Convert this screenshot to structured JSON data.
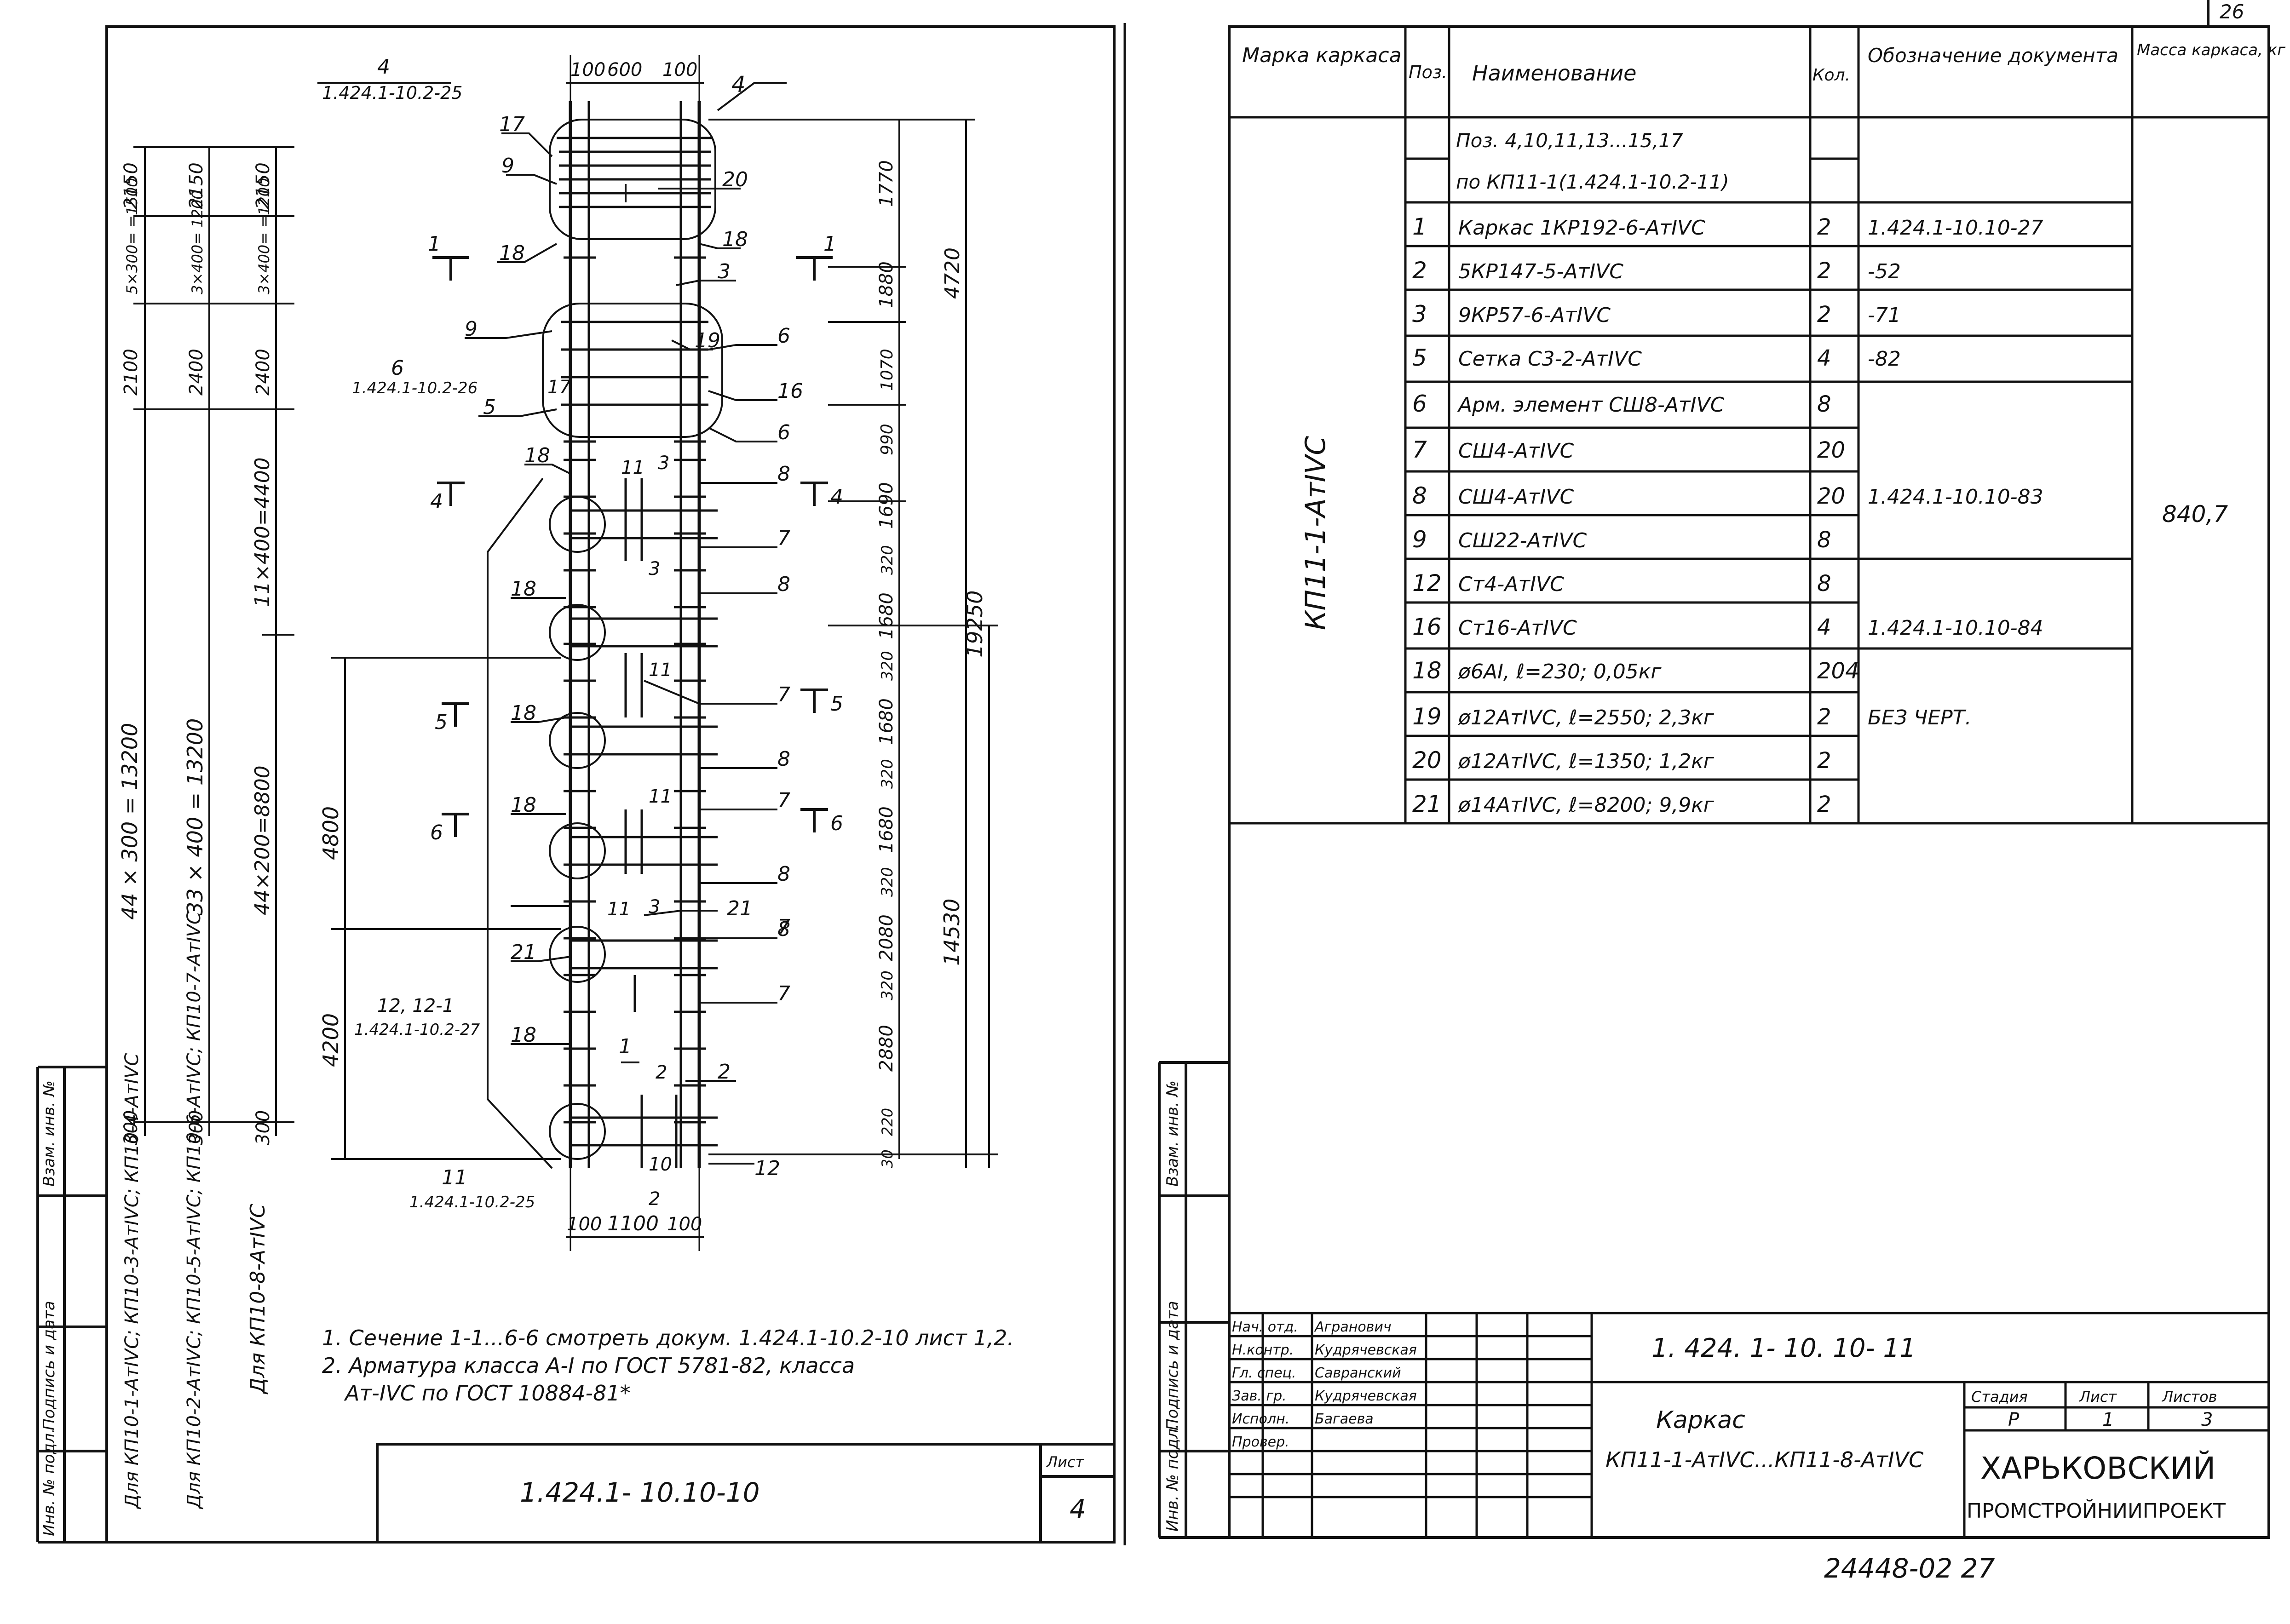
{
  "left_sheet": {
    "notes": [
      "1. Сечение 1-1...6-6 смотреть докум. 1.424.1-10.2-10 лист 1,2.",
      "2. Арматура класса А-I по ГОСТ 5781-82, класса",
      "Ат-IVС по ГОСТ 10884-81*"
    ],
    "title_code": "1.424.1- 10.10-10",
    "sheet_label": "Лист",
    "sheet_number": "4",
    "left_strip": [
      "Инв. № подл.",
      "Подпись и дата",
      "Взам. инв. №"
    ],
    "vertical_captions": [
      "Для КП10-1-АтIVС; КП10-3-АтIVС; КП10-4-АтIVС",
      "Для КП10-2-АтIVС; КП10-5-АтIVС; КП10-6-АтIVС; КП10-7-АтIVС",
      "Для КП10-8-АтIVС"
    ],
    "dims_col1": [
      "2150",
      "5×300= =1500",
      "2100",
      "44 × 300 = 13200",
      "300"
    ],
    "dims_col2": [
      "2150",
      "3×400= 1200",
      "2400",
      "33 × 400 = 13200",
      "300"
    ],
    "dims_col3": [
      "2150",
      "3×400= =1200",
      "2400",
      "11×400=4400",
      "44×200=8800",
      "300"
    ],
    "dims_right": [
      "1770",
      "1880",
      "1070",
      "990",
      "1690",
      "320",
      "1680",
      "320",
      "1680",
      "320",
      "1680",
      "320",
      "2080",
      "320",
      "2880",
      "220",
      "30"
    ],
    "dims_overall": [
      "4720",
      "19250",
      "14530"
    ],
    "dims_left_inner": [
      "4800",
      "4200"
    ],
    "dims_top": [
      "100",
      "600",
      "100"
    ],
    "dims_bottom": [
      "100",
      "1100",
      "100"
    ],
    "refs": {
      "top": "1.424.1-10.2-25",
      "mid": "1.424.1-10.2-26",
      "lower": "1.424.1-10.2-27",
      "bottom": "1.424.1-10.2-25"
    },
    "section_marks": [
      "1",
      "1",
      "4",
      "4",
      "5",
      "5",
      "6",
      "6"
    ],
    "callouts": [
      "4",
      "4",
      "17",
      "9",
      "20",
      "18",
      "18",
      "3",
      "9",
      "6",
      "17",
      "19",
      "6",
      "5",
      "16",
      "6",
      "18",
      "11",
      "3",
      "8",
      "7",
      "3",
      "18",
      "8",
      "11",
      "7",
      "8",
      "18",
      "7",
      "8",
      "11",
      "18",
      "7",
      "11",
      "3",
      "21",
      "8",
      "21",
      "12, 12-1",
      "7",
      "18",
      "1",
      "2",
      "2",
      "11",
      "10",
      "12",
      "2"
    ]
  },
  "right_sheet": {
    "corner_number": "26",
    "table": {
      "headers": [
        "Марка каркаса",
        "Поз.",
        "Наименование",
        "Кол.",
        "Обозначение документа",
        "Масса каркаса, кг"
      ],
      "mark": "КП11-1-АтIVС",
      "mass": "840,7",
      "intro": [
        "Поз. 4,10,11,13...15,17",
        "по КП11-1(1.424.1-10.2-11)"
      ],
      "rows": [
        {
          "pos": "1",
          "name": "Каркас 1КР192-6-АтIVС",
          "qty": "2",
          "doc": "1.424.1-10.10-27"
        },
        {
          "pos": "2",
          "name": "5КР147-5-АтIVС",
          "qty": "2",
          "doc": "-52"
        },
        {
          "pos": "3",
          "name": "9КР57-6-АтIVС",
          "qty": "2",
          "doc": "-71"
        },
        {
          "pos": "5",
          "name": "Сетка С3-2-АтIVС",
          "qty": "4",
          "doc": "-82"
        },
        {
          "pos": "6",
          "name": "Арм. элемент СШ8-АтIVС",
          "qty": "8",
          "doc": ""
        },
        {
          "pos": "7",
          "name": "СШ4-АтIVС",
          "qty": "20",
          "doc": ""
        },
        {
          "pos": "8",
          "name": "СШ4-АтIVС",
          "qty": "20",
          "doc": "1.424.1-10.10-83"
        },
        {
          "pos": "9",
          "name": "СШ22-АтIVС",
          "qty": "8",
          "doc": ""
        },
        {
          "pos": "12",
          "name": "Ст4-АтIVС",
          "qty": "8",
          "doc": ""
        },
        {
          "pos": "16",
          "name": "Ст16-АтIVС",
          "qty": "4",
          "doc": "1.424.1-10.10-84"
        },
        {
          "pos": "18",
          "name": "ø6АI, ℓ=230;      0,05кг",
          "qty": "204",
          "doc": ""
        },
        {
          "pos": "19",
          "name": "ø12АтIVС, ℓ=2550;   2,3кг",
          "qty": "2",
          "doc": "БЕЗ ЧЕРТ."
        },
        {
          "pos": "20",
          "name": "ø12АтIVС, ℓ=1350;   1,2кг",
          "qty": "2",
          "doc": ""
        },
        {
          "pos": "21",
          "name": "ø14АтIVС, ℓ=8200;   9,9кг",
          "qty": "2",
          "doc": ""
        }
      ]
    },
    "left_strip": [
      "Инв. № подл.",
      "Подпись и дата",
      "Взам. инв. №"
    ],
    "title_block": {
      "code": "1. 424. 1- 10. 10- 11",
      "title_line1": "Каркас",
      "title_line2": "КП11-1-АтIVС...КП11-8-АтIVС",
      "roles": [
        {
          "role": "Нач. отд.",
          "name": "Агранович"
        },
        {
          "role": "Н.контр.",
          "name": "Кудрячевская"
        },
        {
          "role": "Гл. спец.",
          "name": "Савранский"
        },
        {
          "role": "Зав. гр.",
          "name": "Кудрячевская"
        },
        {
          "role": "Исполн.",
          "name": "Багаева"
        },
        {
          "role": "Провер.",
          "name": ""
        }
      ],
      "stage_label": "Стадия",
      "sheet_label": "Лист",
      "sheets_label": "Листов",
      "stage": "Р",
      "sheet": "1",
      "sheets": "3",
      "org_line1": "ХАРЬКОВСКИЙ",
      "org_line2": "ПРОМСТРОЙНИИПРОЕКТ"
    },
    "bottom_number": "24448-02  27"
  }
}
